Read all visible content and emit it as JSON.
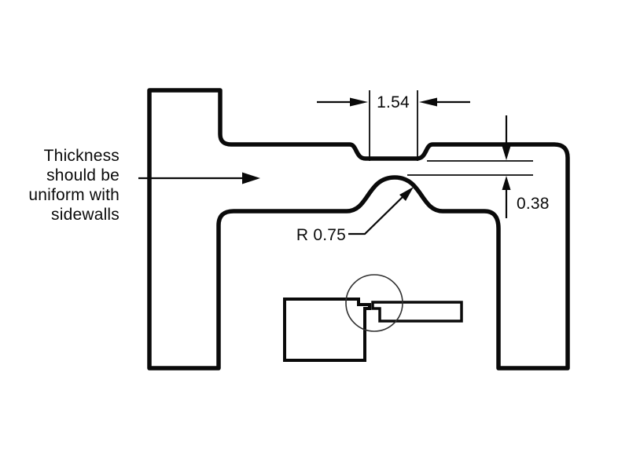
{
  "diagram": {
    "note": {
      "lines": [
        "Thickness",
        "should be",
        "uniform with",
        "sidewalls"
      ]
    },
    "dimensions": {
      "groove_width": "1.54",
      "gap_thickness": "0.38",
      "radius_callout": "R 0.75"
    },
    "colors": {
      "line": "#0a0a0a",
      "background": "#ffffff",
      "detail_circle": "#2f2f2f"
    }
  }
}
